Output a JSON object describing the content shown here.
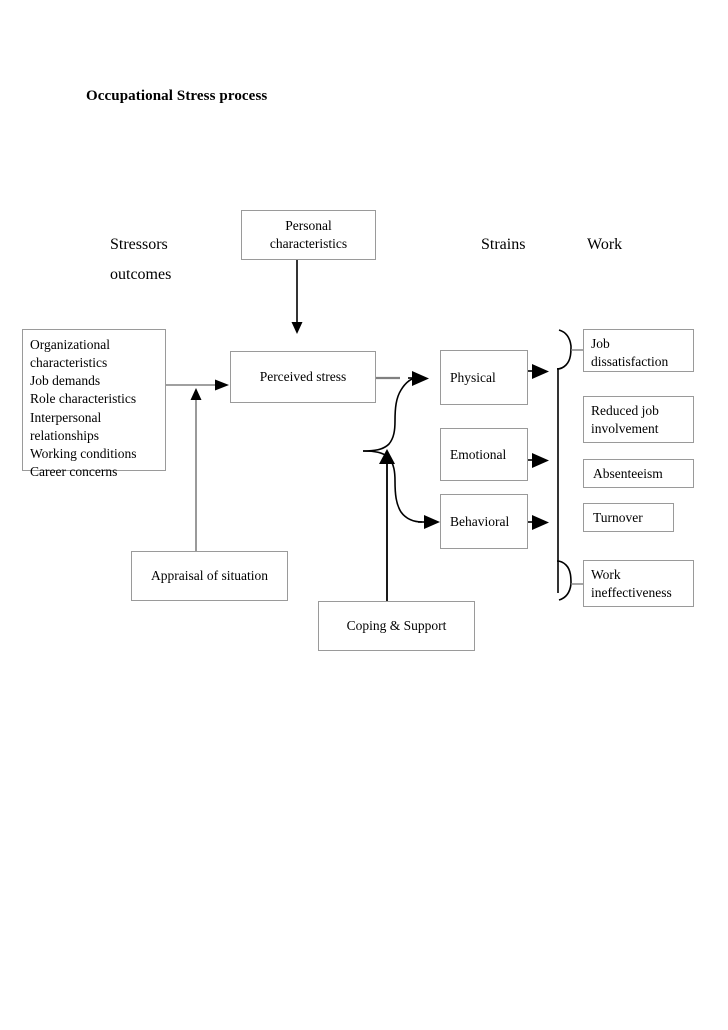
{
  "page": {
    "title": "Occupational Stress process",
    "background": "#ffffff",
    "line_color": "#808080",
    "arrow_color": "#000000",
    "box_border_color": "#9a9a9a",
    "text_color": "#000000"
  },
  "column_labels": [
    {
      "name": "stressors",
      "text": "Stressors"
    },
    {
      "name": "outcomes",
      "text": "outcomes"
    },
    {
      "name": "strains",
      "text": "Strains"
    },
    {
      "name": "work",
      "text": "Work"
    }
  ],
  "nodes": {
    "personal_characteristics": "Personal\ncharacteristics",
    "stressors_list": "Organizational\ncharacteristics\nJob demands\nRole characteristics\nInterpersonal\nrelationships\nWorking conditions\nCareer concerns",
    "perceived_stress": "Perceived stress",
    "appraisal": "Appraisal of situation",
    "coping_support": "Coping & Support"
  },
  "stressor_items": [
    "Organizational characteristics",
    "Job demands",
    "Role characteristics",
    "Interpersonal relationships",
    "Working conditions",
    "Career concerns"
  ],
  "strains": [
    {
      "name": "physical",
      "label": "Physical"
    },
    {
      "name": "emotional",
      "label": "Emotional"
    },
    {
      "name": "behavioral",
      "label": "Behavioral"
    }
  ],
  "work_outcomes": [
    {
      "name": "job-dissatisfaction",
      "label": "Job\ndissatisfaction"
    },
    {
      "name": "reduced-job-involvement",
      "label": "Reduced job\ninvolvement"
    },
    {
      "name": "absenteeism",
      "label": "Absenteeism"
    },
    {
      "name": "turnover",
      "label": "Turnover"
    },
    {
      "name": "work-ineffectiveness",
      "label": "Work\nineffectiveness"
    }
  ]
}
